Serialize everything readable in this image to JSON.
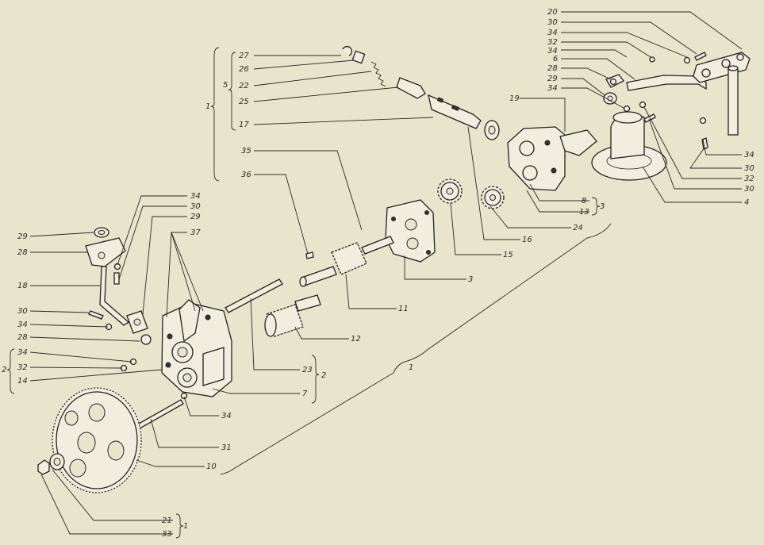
{
  "colors": {
    "paper": "#e9e4cc",
    "ink": "#222222"
  },
  "labels": {
    "l20": "20",
    "l30a": "30",
    "l34a": "34",
    "l32a": "32",
    "l34b": "34",
    "l6": "6",
    "l28a": "28",
    "l29a": "29",
    "l34c": "34",
    "l19": "19",
    "l27": "27",
    "l26": "26",
    "l5": "5",
    "l22": "22",
    "l25": "25",
    "l1top": "1",
    "l17": "17",
    "l35": "35",
    "l36": "36",
    "r34": "34",
    "r30a": "30",
    "r32": "32",
    "r30b": "30",
    "r4": "4",
    "l8": "8",
    "l13": "13",
    "l3b": "3",
    "l24": "24",
    "l16": "16",
    "l15": "15",
    "l3": "3",
    "l11": "11",
    "l12": "12",
    "l1mid": "1",
    "m34": "34",
    "m30": "30",
    "m29": "29",
    "m37": "37",
    "lf29": "29",
    "lf28": "28",
    "l18": "18",
    "lf30": "30",
    "lf34a": "34",
    "lf28b": "28",
    "lf34b": "34",
    "lf32": "32",
    "lf2": "2",
    "lf14": "14",
    "l23": "23",
    "l2r": "2",
    "l7": "7",
    "l34d": "34",
    "l31": "31",
    "l10": "10",
    "l21": "21",
    "l33": "33",
    "l1bot": "1"
  }
}
